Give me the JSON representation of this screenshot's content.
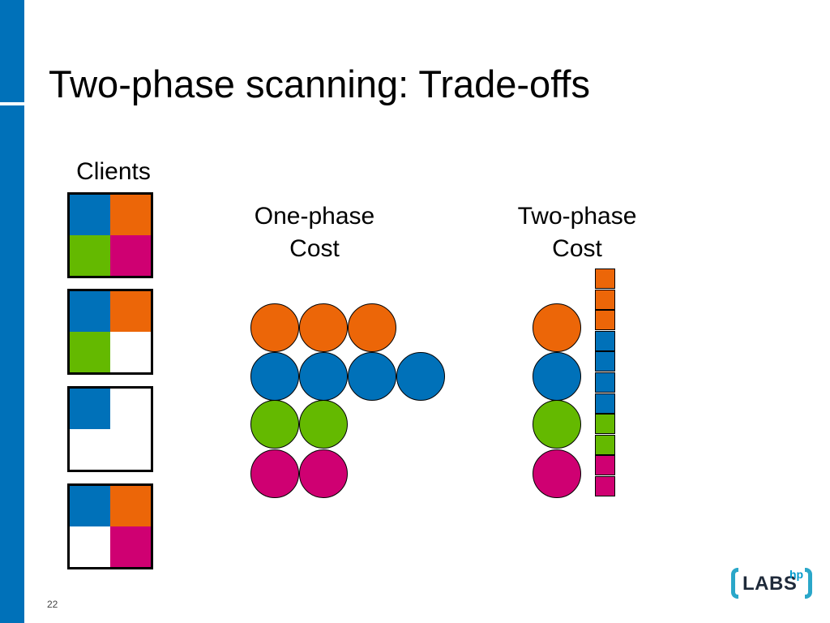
{
  "slide": {
    "title": "Two-phase scanning: Trade-offs",
    "page_number": "22"
  },
  "labels": {
    "clients": "Clients",
    "one_phase_line1": "One-phase",
    "one_phase_line2": "Cost",
    "two_phase_line1": "Two-phase",
    "two_phase_line2": "Cost"
  },
  "logo": {
    "text": "LABS",
    "superscript": "hp"
  },
  "colors": {
    "blue": "#0071b9",
    "orange": "#ec6608",
    "green": "#64b900",
    "magenta": "#cf0072",
    "empty": "#ffffff",
    "accent_bar": "#0071b9"
  },
  "clients": [
    [
      "blue",
      "orange",
      "green",
      "magenta"
    ],
    [
      "blue",
      "orange",
      "green",
      "empty"
    ],
    [
      "blue",
      "empty",
      "empty",
      "empty"
    ],
    [
      "blue",
      "orange",
      "empty",
      "magenta"
    ]
  ],
  "one_phase_rows": [
    {
      "color": "orange",
      "count": 3
    },
    {
      "color": "blue",
      "count": 4
    },
    {
      "color": "green",
      "count": 2
    },
    {
      "color": "magenta",
      "count": 2
    }
  ],
  "two_phase_circles": [
    "orange",
    "blue",
    "green",
    "magenta"
  ],
  "two_phase_bar": [
    "orange",
    "orange",
    "orange",
    "blue",
    "blue",
    "blue",
    "blue",
    "green",
    "green",
    "magenta",
    "magenta"
  ]
}
